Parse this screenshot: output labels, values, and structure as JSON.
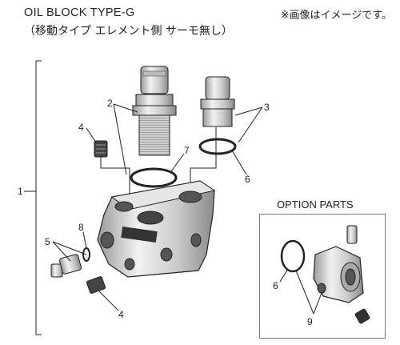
{
  "header": {
    "title": "OIL BLOCK TYPE-G",
    "subtitle": "（移動タイプ エレメント側 サーモ無し）",
    "note": "※画像はイメージです。"
  },
  "option": {
    "title": "OPTION PARTS"
  },
  "callouts": {
    "c1": "1",
    "c2": "2",
    "c3": "3",
    "c4a": "4",
    "c4b": "4",
    "c5": "5",
    "c6a": "6",
    "c6b": "6",
    "c7": "7",
    "c8": "8",
    "c9": "9"
  },
  "colors": {
    "metal": "#d9d9d9",
    "metal_dark": "#8c8c8c",
    "line": "#222222"
  }
}
